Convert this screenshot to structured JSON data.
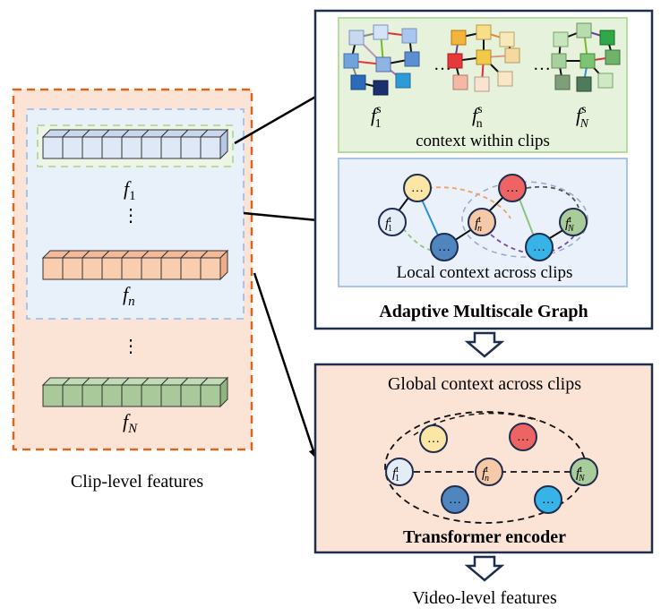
{
  "left": {
    "caption": "Clip-level features",
    "f1": "f",
    "f1_sub": "1",
    "fn": "f",
    "fn_sub": "n",
    "fN": "f",
    "fN_sub": "N",
    "ellipsis1": "⋮",
    "ellipsis2": "⋮"
  },
  "graph_box": {
    "title": "Adaptive Multiscale Graph",
    "within_label": "context within clips",
    "across_label": "Local context across clips",
    "spatial_labels": [
      {
        "base": "f",
        "sub": "1",
        "sup": "s"
      },
      {
        "base": "f",
        "sub": "n",
        "sup": "s"
      },
      {
        "base": "f",
        "sub": "N",
        "sup": "s"
      }
    ],
    "dots": "…",
    "node_labels": {
      "f1t": {
        "base": "f",
        "sub": "1",
        "sup": "t"
      },
      "fnt": {
        "base": "f",
        "sub": "n",
        "sup": "t"
      },
      "fNt": {
        "base": "f",
        "sub": "N",
        "sup": "t"
      },
      "ellipsis": "…"
    }
  },
  "transformer_box": {
    "top_label": "Global context across clips",
    "title": "Transformer encoder"
  },
  "output_label": "Video-level features",
  "colors": {
    "orange_border": "#d8661f",
    "orange_fill": "#fbe3d6",
    "blue_region": "#e8f0fa",
    "blue_dash": "#a9c4e8",
    "green_panel": "#e6f2dc",
    "green_border": "#b7dca0",
    "graph_blue_panel": "#eaf1fa",
    "navy": "#1f2d4e"
  }
}
